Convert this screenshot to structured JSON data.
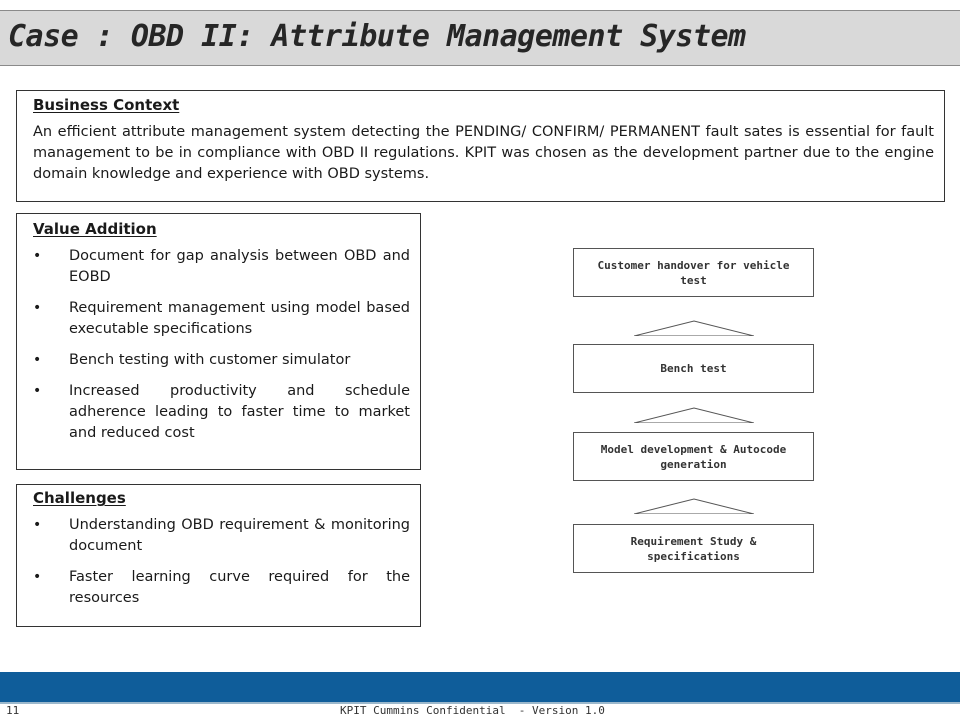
{
  "slide": {
    "title": "Case : OBD II: Attribute Management System"
  },
  "business_context": {
    "heading": "Business Context",
    "text": "An efficient attribute management system detecting the PENDING/ CONFIRM/ PERMANENT fault sates is essential for fault management to be in compliance with OBD II regulations. KPIT was chosen as the development partner due to the engine domain knowledge and experience with OBD systems."
  },
  "value_addition": {
    "heading": "Value Addition",
    "items": [
      "Document for gap analysis between OBD and EOBD",
      "Requirement management using model based executable specifications",
      "Bench testing with customer simulator",
      "Increased productivity and schedule adherence leading to faster time to market and reduced cost"
    ]
  },
  "challenges": {
    "heading": "Challenges",
    "items": [
      "Understanding OBD requirement & monitoring document",
      "Faster learning curve required for the resources"
    ]
  },
  "flow": {
    "steps": [
      "Customer handover for vehicle test",
      "Bench test",
      "Model development & Autocode generation",
      "Requirement Study & specifications"
    ]
  },
  "footer": {
    "page_number": "11",
    "text": "KPIT Cummins Confidential  - Version 1.0"
  },
  "colors": {
    "title_bar": "#d9d9d9",
    "footer_bar": "#0f5d9a"
  }
}
